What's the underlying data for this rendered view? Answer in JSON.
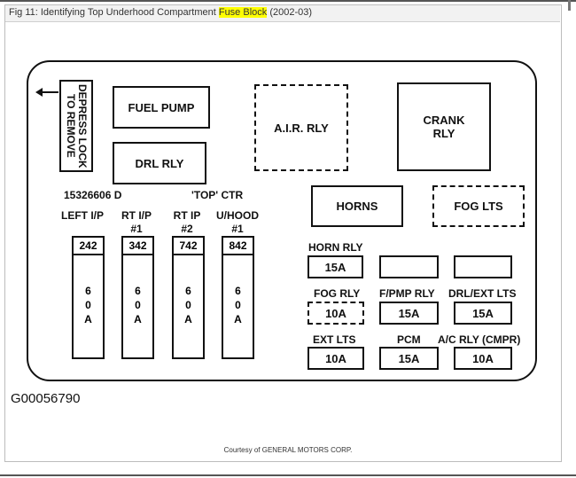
{
  "header": {
    "title_pre": "Fig 11: Identifying Top Underhood Compartment ",
    "title_highlight": "Fuse Block",
    "title_post": " (2002-03)"
  },
  "diagram": {
    "depress_lock": [
      "DEPRESS LOCK",
      "TO REMOVE"
    ],
    "relays": {
      "fuel_pump": "FUEL PUMP",
      "drl_rly": "DRL RLY",
      "air_rly": "A.I.R. RLY",
      "crank_rly": [
        "CRANK",
        "RLY"
      ],
      "horns": "HORNS",
      "fog_lts": "FOG LTS"
    },
    "part_number": "15326606 D",
    "top_ctr": "'TOP'  CTR",
    "maxi_fuses": [
      {
        "label": [
          "LEFT I/P",
          ""
        ],
        "number": "242",
        "amp": [
          "6",
          "0",
          "A"
        ]
      },
      {
        "label": [
          "RT I/P",
          "#1"
        ],
        "number": "342",
        "amp": [
          "6",
          "0",
          "A"
        ]
      },
      {
        "label": [
          "RT IP",
          "#2"
        ],
        "number": "742",
        "amp": [
          "6",
          "0",
          "A"
        ]
      },
      {
        "label": [
          "U/HOOD",
          "#1"
        ],
        "number": "842",
        "amp": [
          "6",
          "0",
          "A"
        ]
      }
    ],
    "mini_rows": {
      "row1_label": "HORN RLY",
      "row1_value": "15A",
      "row2_labels": [
        "FOG RLY",
        "F/PMP RLY",
        "DRL/EXT LTS"
      ],
      "row2_values": [
        "10A",
        "15A",
        "15A"
      ],
      "row3_labels": [
        "EXT LTS",
        "PCM",
        "A/C RLY (CMPR)"
      ],
      "row3_values": [
        "10A",
        "15A",
        "10A"
      ]
    }
  },
  "figure_id": "G00056790",
  "courtesy": "Courtesy of GENERAL MOTORS CORP."
}
